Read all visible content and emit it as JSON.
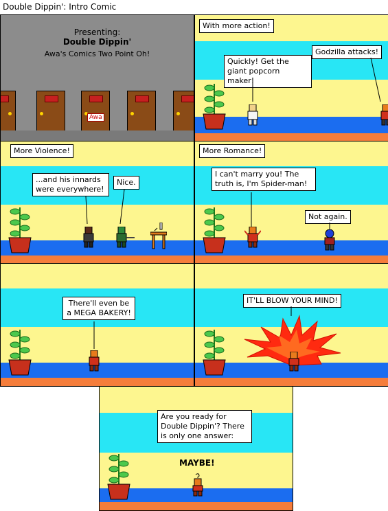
{
  "page": {
    "title": "Double Dippin': Intro Comic"
  },
  "panel1": {
    "presenting": "Presenting:",
    "comic_name": "Double Dippin'",
    "subtitle": "Awa's Comics Two Point Oh!",
    "door_sign": "Awa"
  },
  "panel2": {
    "caption": "With more action!",
    "bubble_left": "Quickly! Get the giant popcorn maker!",
    "bubble_right": "Godzilla attacks!"
  },
  "panel3": {
    "caption": "More Violence!",
    "bubble_left": "...and his innards were everywhere!",
    "bubble_right": "Nice."
  },
  "panel4": {
    "caption": "More Romance!",
    "bubble_left": "I can't marry you! The truth is, I'm Spider-man!",
    "bubble_right": "Not again."
  },
  "panel5": {
    "bubble": "There'll even be a MEGA BAKERY!"
  },
  "panel6": {
    "bubble": "IT'LL BLOW YOUR MIND!"
  },
  "panel7": {
    "bubble": "Are you ready for Double Dippin'? There is only one answer:",
    "answer": "MAYBE!"
  },
  "colors": {
    "wall_yellow": "#fdf68f",
    "wall_cyan": "#28e6f5",
    "floor_blue": "#1b6df0",
    "floor_orange": "#f57d3b",
    "hallway_gray": "#8c8c8c"
  }
}
